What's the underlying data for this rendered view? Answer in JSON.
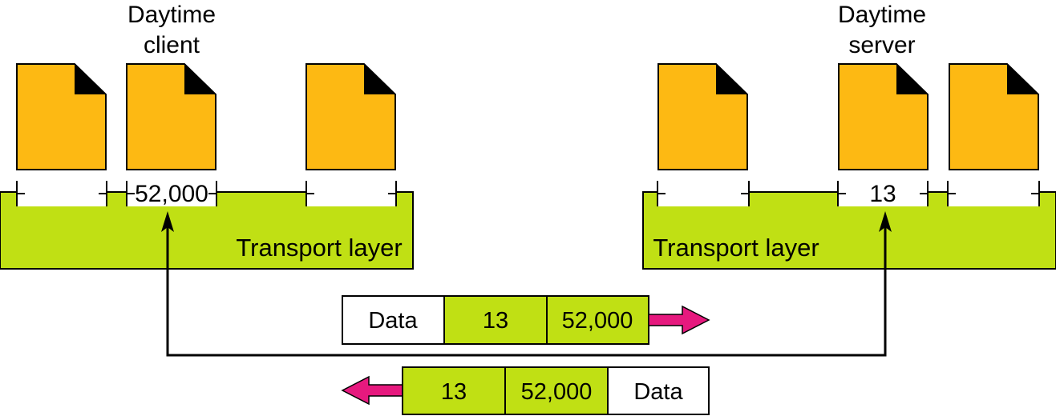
{
  "client": {
    "title_line1": "Daytime",
    "title_line2": "client",
    "port": "52,000",
    "transport_label": "Transport layer"
  },
  "server": {
    "title_line1": "Daytime",
    "title_line2": "server",
    "port": "13",
    "transport_label": "Transport layer"
  },
  "request_packet": {
    "fields": [
      "Data",
      "13",
      "52,000"
    ],
    "direction": "right"
  },
  "response_packet": {
    "fields": [
      "13",
      "52,000",
      "Data"
    ],
    "direction": "left"
  },
  "colors": {
    "process_fill": "#FDB913",
    "transport_fill": "#C0E014",
    "arrow_fill": "#E6197E",
    "outline": "#000000",
    "background": "#FFFFFF"
  }
}
